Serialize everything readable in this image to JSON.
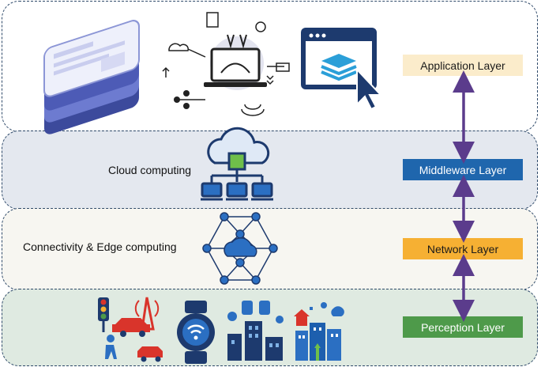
{
  "layers": {
    "application": "Application Layer",
    "middleware": "Middleware Layer",
    "network": "Network Layer",
    "perception": "Perception Layer"
  },
  "labels": {
    "cloud": "Cloud computing",
    "connectivity": "Connectivity & Edge computing"
  },
  "icons": {
    "application": [
      "stacked-phones-icon",
      "iot-laptop-hub-icon",
      "app-window-cursor-icon"
    ],
    "middleware": [
      "cloud-network-icon"
    ],
    "network": [
      "hexagon-mesh-cloud-icon"
    ],
    "perception": [
      "traffic-scene-icon",
      "smartwatch-icon",
      "smart-city-icon",
      "smart-building-icon"
    ]
  },
  "colors": {
    "arrow": "#5b3c8c",
    "application": "#fbeccb",
    "middleware": "#1f66ad",
    "network": "#f6b033",
    "perception": "#4e9a4a",
    "icon_navy": "#1d3a6e",
    "icon_blue": "#2b6fc2"
  }
}
